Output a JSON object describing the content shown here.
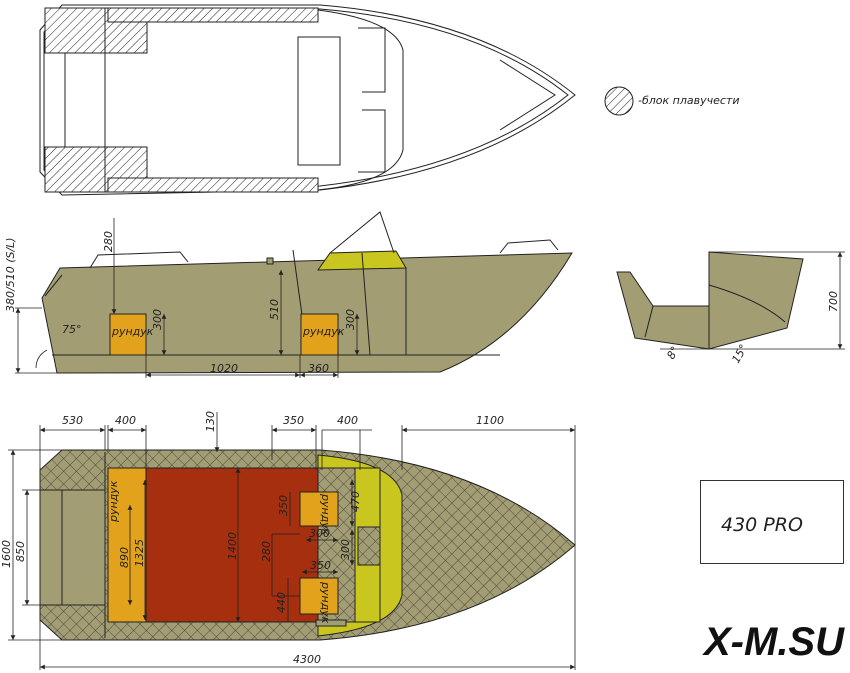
{
  "colors": {
    "hull": "#a39d73",
    "orange": "#e2a21c",
    "red": "#a52f0f",
    "yellow": "#c8c61f",
    "line": "#222222"
  },
  "legend": {
    "label": "-блок плавучести",
    "icon": "hatched-circle-icon"
  },
  "side_view": {
    "height_label": "380/510 (S/L)",
    "dim_280": "280",
    "dim_510": "510",
    "dim_300_a": "300",
    "dim_300_b": "300",
    "angle": "75°",
    "dim_1020": "1020",
    "dim_360": "360",
    "locker_a": "рундук",
    "locker_b": "рундук"
  },
  "section_view": {
    "dim_700": "700",
    "angle_left": "8°",
    "angle_right": "15°"
  },
  "plan_view": {
    "dim_530": "530",
    "dim_400_a": "400",
    "dim_130": "130",
    "dim_350_a": "350",
    "dim_400_b": "400",
    "dim_1100": "1100",
    "dim_1600": "1600",
    "dim_850": "850",
    "locker_stern": "рундук",
    "dim_890": "890",
    "dim_1325": "1325",
    "dim_1400": "1400",
    "dim_350_b": "350",
    "dim_300_a": "300",
    "dim_470": "470",
    "dim_280": "280",
    "dim_300_b": "300",
    "dim_350_c": "350",
    "dim_440": "440",
    "locker_a": "рундук",
    "locker_b": "рундук",
    "dim_4300": "4300"
  },
  "model": "430 PRO",
  "brand": "X-M.SU"
}
